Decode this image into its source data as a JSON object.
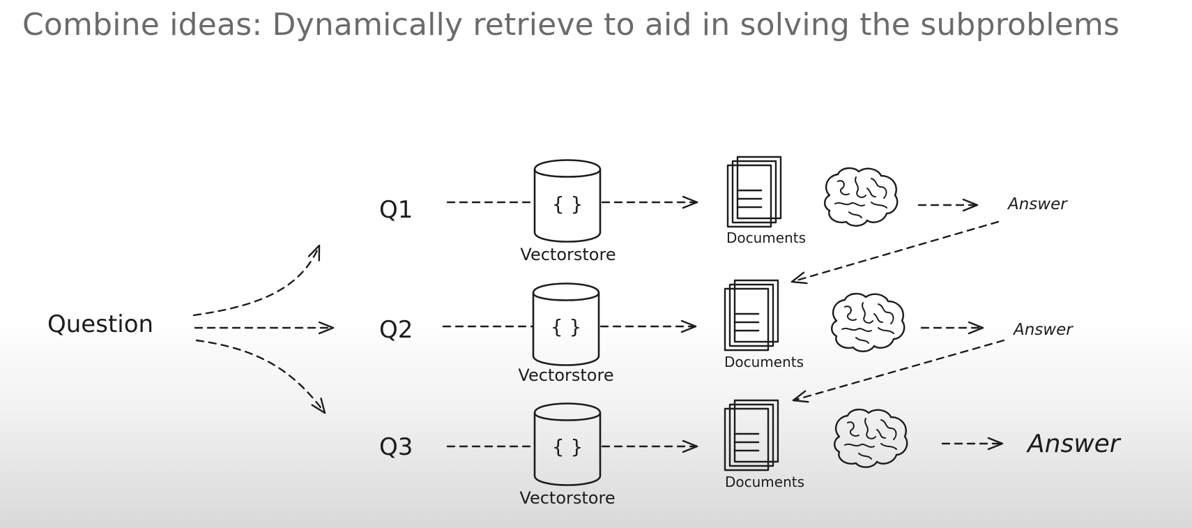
{
  "title": "Combine ideas: Dynamically retrieve to aid in solving the subproblems",
  "question_label": "Question",
  "rows": [
    {
      "query": "Q1",
      "store": "Vectorstore",
      "store_symbol": "{ }",
      "docs": "Documents",
      "answer": "Answer"
    },
    {
      "query": "Q2",
      "store": "Vectorstore",
      "store_symbol": "{ }",
      "docs": "Documents",
      "answer": "Answer"
    },
    {
      "query": "Q3",
      "store": "Vectorstore",
      "store_symbol": "{ }",
      "docs": "Documents",
      "answer": "Answer"
    }
  ],
  "colors": {
    "ink": "#1c1c1c",
    "title": "#6b6b6b"
  }
}
